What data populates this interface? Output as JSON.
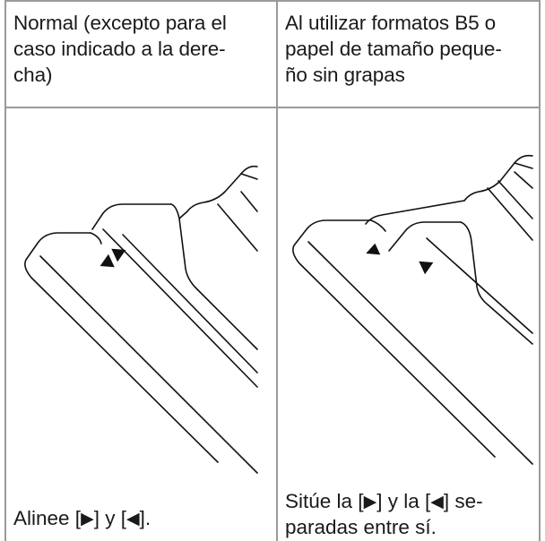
{
  "header": {
    "left": "Normal (excepto para el caso indicado a la dere-cha)",
    "left_lines": [
      "Normal (excepto para el",
      "caso indicado a la dere-",
      "cha)"
    ],
    "right_lines": [
      "Al utilizar formatos B5 o",
      "papel de tamaño peque-",
      "ño sin grapas"
    ]
  },
  "caption_left": {
    "prefix": "Alinee [",
    "mid": "] y [",
    "suffix": "]."
  },
  "caption_right": {
    "line1_prefix": "Sitúe la [",
    "line1_mid": "] y la [",
    "line1_suffix": "] se-",
    "line2": "paradas entre sí."
  },
  "icons": {
    "right_triangle": "▶",
    "left_triangle": "◀"
  }
}
